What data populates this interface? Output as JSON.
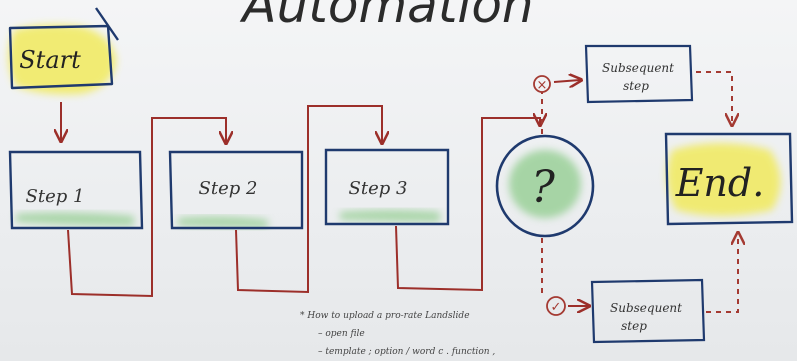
{
  "title": "Automation",
  "colors": {
    "box_stroke": "#1f3a6e",
    "flow_red": "#9c2f2a",
    "dashed_red": "#a43a32",
    "yellow_highlight": "#f1ea5d",
    "green_highlight": "#8fcc8c",
    "ink": "#2b2b2b"
  },
  "nodes": {
    "start": "Start",
    "step1": "Step 1",
    "step2": "Step 2",
    "step3": "Step 3",
    "decision": "?",
    "subsequent_top": [
      "Subsequent",
      "step"
    ],
    "subsequent_bottom": [
      "Subsequent",
      "step"
    ],
    "end": "End."
  },
  "markers": {
    "cross": "×",
    "check": "✓"
  },
  "notes": [
    "* How to upload a pro-rate Landslide",
    "– open file",
    "– template ; option / word c . function ,"
  ]
}
